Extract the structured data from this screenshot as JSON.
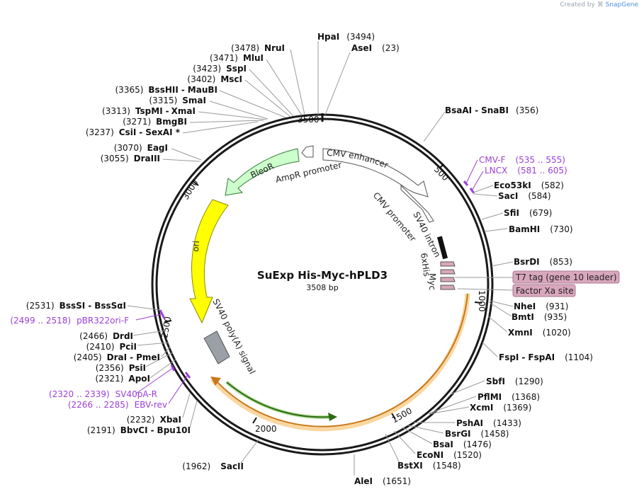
{
  "credit": {
    "prefix": "Created by",
    "brand": "SnapGene"
  },
  "plasmid": {
    "name": "SuExp His-Myc-hPLD3",
    "size": "3508 bp"
  },
  "ticks": [
    "500",
    "1000",
    "1500",
    "2000",
    "2500",
    "3000",
    "3500"
  ],
  "enzymes": [
    {
      "name": "HpaI",
      "pos": "(3494)"
    },
    {
      "name": "AseI",
      "pos": "(23)"
    },
    {
      "name": "NruI",
      "pos": "(3478)"
    },
    {
      "name": "MluI",
      "pos": "(3471)"
    },
    {
      "name": "SspI",
      "pos": "(3423)"
    },
    {
      "name": "MscI",
      "pos": "(3402)"
    },
    {
      "name": "BssHII",
      "name2": "MauBI",
      "pos": "(3365)"
    },
    {
      "name": "SmaI",
      "pos": "(3315)"
    },
    {
      "name": "TspMI",
      "name2": "XmaI",
      "pos": "(3313)"
    },
    {
      "name": "BmgBI",
      "pos": "(3271)"
    },
    {
      "name": "CsiI",
      "name2": "SexAI *",
      "pos": "(3237)"
    },
    {
      "name": "EagI",
      "pos": "(3070)"
    },
    {
      "name": "DraIII",
      "pos": "(3055)"
    },
    {
      "name": "BsaAI",
      "name2": "SnaBI",
      "pos": "(356)"
    },
    {
      "name": "Eco53kI",
      "pos": "(582)"
    },
    {
      "name": "SacI",
      "pos": "(584)"
    },
    {
      "name": "SfiI",
      "pos": "(679)"
    },
    {
      "name": "BamHI",
      "pos": "(730)"
    },
    {
      "name": "BsrDI",
      "pos": "(853)"
    },
    {
      "name": "NheI",
      "pos": "(931)"
    },
    {
      "name": "BmtI",
      "pos": "(935)"
    },
    {
      "name": "XmnI",
      "pos": "(1020)"
    },
    {
      "name": "FspI",
      "name2": "FspAI",
      "pos": "(1104)"
    },
    {
      "name": "SbfI",
      "pos": "(1290)"
    },
    {
      "name": "PflMI",
      "pos": "(1368)"
    },
    {
      "name": "XcmI",
      "pos": "(1369)"
    },
    {
      "name": "PshAI",
      "pos": "(1433)"
    },
    {
      "name": "BsrGI",
      "pos": "(1458)"
    },
    {
      "name": "BsaI",
      "pos": "(1476)"
    },
    {
      "name": "EcoNI",
      "pos": "(1520)"
    },
    {
      "name": "BstXI",
      "pos": "(1548)"
    },
    {
      "name": "AleI",
      "pos": "(1651)"
    },
    {
      "name": "SacII",
      "pos": "(1962)"
    },
    {
      "name": "BbvCI",
      "name2": "Bpu10I",
      "pos": "(2191)"
    },
    {
      "name": "XbaI",
      "pos": "(2232)"
    },
    {
      "name": "ApoI",
      "pos": "(2321)"
    },
    {
      "name": "PsiI",
      "pos": "(2356)"
    },
    {
      "name": "DraI",
      "name2": "PmeI",
      "pos": "(2405)"
    },
    {
      "name": "PciI",
      "pos": "(2410)"
    },
    {
      "name": "DrdI",
      "pos": "(2466)"
    },
    {
      "name": "BssSI",
      "name2": "BssSαI",
      "pos": "(2531)"
    }
  ],
  "primers": [
    {
      "name": "CMV-F",
      "range": "(535 .. 555)"
    },
    {
      "name": "LNCX",
      "range": "(581 .. 605)"
    },
    {
      "name": "pBR322ori-F",
      "range": "(2499 .. 2518)"
    },
    {
      "name": "SV40pA-R",
      "range": "(2320 .. 2339)"
    },
    {
      "name": "EBV-rev",
      "range": "(2266 .. 2285)"
    }
  ],
  "features": [
    {
      "name": "CMV enhancer"
    },
    {
      "name": "CMV promoter"
    },
    {
      "name": "SV40 intron"
    },
    {
      "name": "6xHis"
    },
    {
      "name": "Myc"
    },
    {
      "name": "T7 tag (gene 10 leader)"
    },
    {
      "name": "Factor Xa site"
    },
    {
      "name": "AmpR promoter"
    },
    {
      "name": "BleoR"
    },
    {
      "name": "ori"
    },
    {
      "name": "SV40 poly(A) signal"
    }
  ],
  "colors": {
    "backbone": "#1a1a1a",
    "primer": "#9b3fd6",
    "ori": "#ffff00",
    "bleor": "#ccffcc",
    "insert": "#f6b043",
    "inner_arrow": "#7ec850",
    "tag": "#d9a7bc",
    "polyA": "#9aa0a6",
    "promoter": "#ffffff"
  }
}
